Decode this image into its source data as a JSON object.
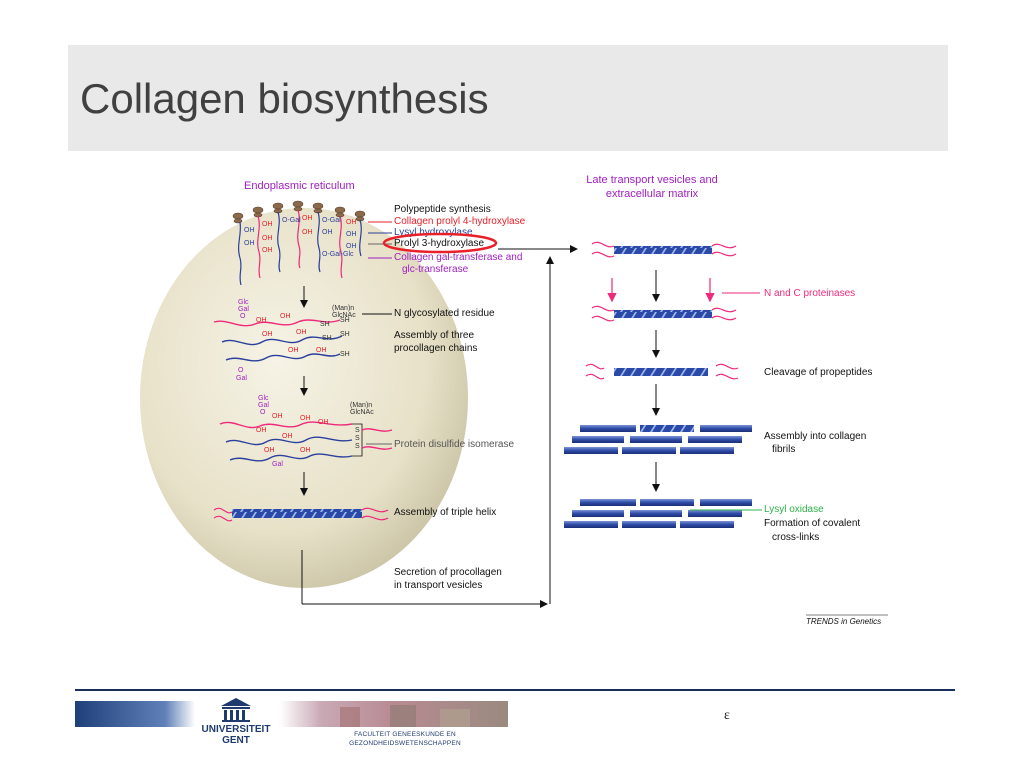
{
  "slide": {
    "title": "Collagen biosynthesis"
  },
  "diagram": {
    "er_title": "Endoplasmic reticulum",
    "late_title_1": "Late transport vesicles and",
    "late_title_2": "extracellular matrix",
    "labels": {
      "polypeptide": "Polypeptide synthesis",
      "p4h": "Collagen prolyl 4-hydroxylase",
      "lysyl_hydroxylase": "Lysyl hydroxylase",
      "p3h": "Prolyl 3-hydroxylase",
      "galtransferase_1": "Collagen gal-transferase and",
      "galtransferase_2": "glc-transferase",
      "nglyco": "N glycosylated residue",
      "assembly3_1": "Assembly of three",
      "assembly3_2": "procollagen chains",
      "pdi": "Protein disulfide isomerase",
      "triple_helix": "Assembly of triple helix",
      "secretion_1": "Secretion of procollagen",
      "secretion_2": "in transport vesicles",
      "nc_proteinases": "N and C proteinases",
      "cleavage": "Cleavage of propeptides",
      "fibrils_1": "Assembly into collagen",
      "fibrils_2": "fibrils",
      "lysyl_oxidase": "Lysyl oxidase",
      "crosslinks_1": "Formation of covalent",
      "crosslinks_2": "cross-links",
      "source": "TRENDS in Genetics"
    },
    "chem": {
      "oh": "OH",
      "o_gal": "O-Gal",
      "o_gal_glc": "O-Gal-Glc",
      "sh": "SH",
      "s": "S",
      "glc": "Glc",
      "gal": "Gal",
      "o": "O",
      "man": "(Man)n",
      "glcnac": "GlcNAc"
    }
  },
  "footer": {
    "university_1": "UNIVERSITEIT",
    "university_2": "GENT",
    "faculty_1": "FACULTEIT GENEESKUNDE EN",
    "faculty_2": "GEZONDHEIDSWETENSCHAPPEN",
    "symbol": "ε"
  },
  "colors": {
    "title_bg": "#e9e9e9",
    "chain_blue": "#2b3f9c",
    "red_label": "#e8202a",
    "purple_label": "#a020c0",
    "pink_label": "#ee2a7b",
    "green_label": "#2bb34a",
    "cell": "#e9e4cf"
  }
}
